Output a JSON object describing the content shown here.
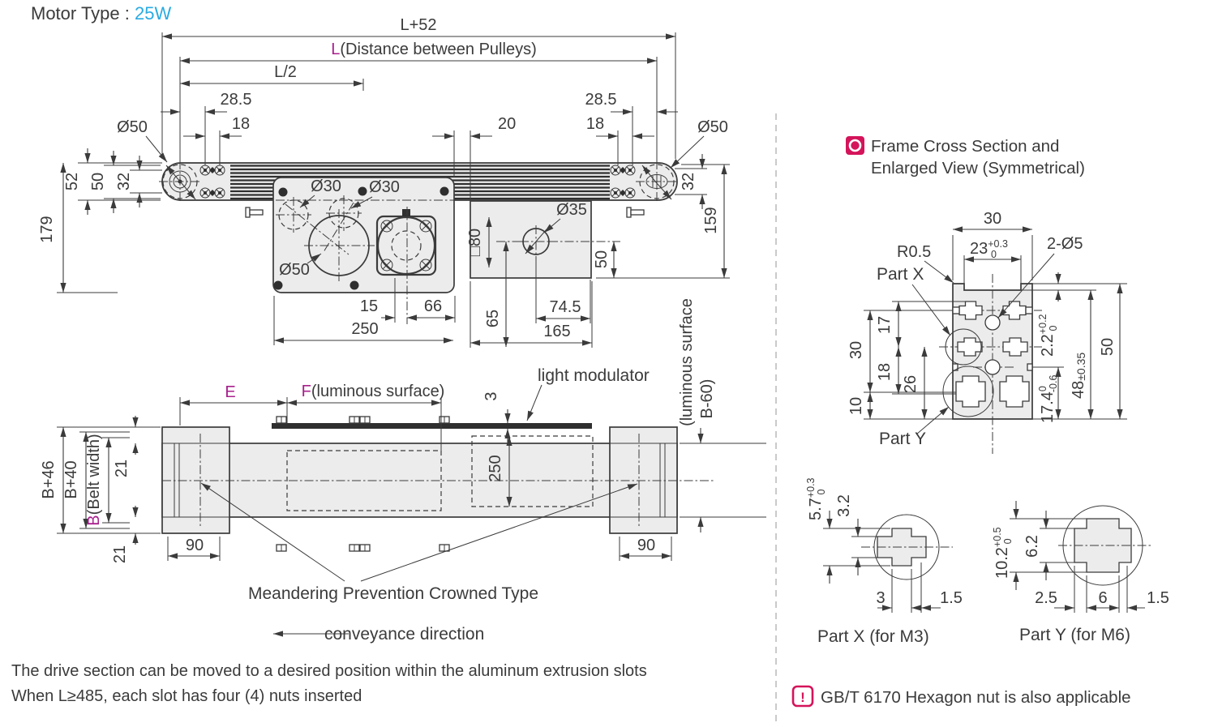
{
  "title": {
    "label": "Motor Type : ",
    "value": "25W"
  },
  "plan": {
    "l52": "L+52",
    "l_prefix": "L",
    "l_suffix": "(Distance between Pulleys)",
    "l2": "L/2",
    "d285l": "28.5",
    "d18l": "18",
    "d20": "20",
    "d285r": "28.5",
    "d18r": "18",
    "dia50l": "Ø50",
    "dia50r": "Ø50",
    "d52": "52",
    "d50": "50",
    "d32l": "32",
    "d179": "179",
    "d32r": "32",
    "d159": "159",
    "dia30a": "Ø30",
    "dia30b": "Ø30",
    "dia50c": "Ø50",
    "d15": "15",
    "d66": "66",
    "d250": "250",
    "sq80": "□80",
    "dia35": "Ø35",
    "d50b": "50",
    "d65": "65",
    "d745": "74.5",
    "d165": "165"
  },
  "bottom": {
    "e": "E",
    "f_prefix": "F",
    "f_suffix": "(luminous surface)",
    "light_modulator": "light modulator",
    "d3": "3",
    "d250": "250",
    "lum1": "(luminous surface",
    "lum2": "B-60)",
    "b46": "B+46",
    "b40": "B+40",
    "b_prefix": "B",
    "b_suffix": "(Belt width)",
    "d21t": "21",
    "d21b": "21",
    "d90l": "90",
    "d90r": "90",
    "caption": "Meandering Prevention Crowned Type",
    "conveyance": "conveyance direction"
  },
  "notes": {
    "line1": "The drive section can be moved to a desired position within the aluminum extrusion slots",
    "line2": "When L≥485, each slot has four (4) nuts inserted"
  },
  "section": {
    "heading1": "Frame Cross Section and",
    "heading2": "Enlarged View (Symmetrical)",
    "d30top": "30",
    "d23": {
      "v": "23",
      "tt": "+0.3",
      "tb": "0"
    },
    "d2dia5": "2-Ø5",
    "r05": "R0.5",
    "part_x": "Part X",
    "part_y": "Part Y",
    "d22": {
      "v": "2.2",
      "tt": "+0.2",
      "tb": "0"
    },
    "d48": {
      "v": "48",
      "t": "±0.35"
    },
    "d50": "50",
    "d30l": "30",
    "d17": "17",
    "d26": "26",
    "d18": "18",
    "d10": "10",
    "d174": {
      "v": "17.4",
      "tt": "0",
      "tb": "-0.6"
    }
  },
  "part_x": {
    "d57": {
      "v": "5.7",
      "tt": "+0.3",
      "tb": "0"
    },
    "d32": "3.2",
    "d3": "3",
    "d15": "1.5",
    "caption": "Part X (for M3)"
  },
  "part_y": {
    "d102": {
      "v": "10.2",
      "tt": "+0.5",
      "tb": "0"
    },
    "d62": "6.2",
    "d25": "2.5",
    "d6": "6",
    "d15": "1.5",
    "caption": "Part Y (for M6)"
  },
  "footnote": {
    "icon": "!",
    "text": "GB/T 6170 Hexagon nut is also applicable"
  },
  "colors": {
    "accent_blue": "#29abe2",
    "magenta": "#a8208e",
    "icon_pink": "#d4145a",
    "line": "#3b3b3b"
  }
}
